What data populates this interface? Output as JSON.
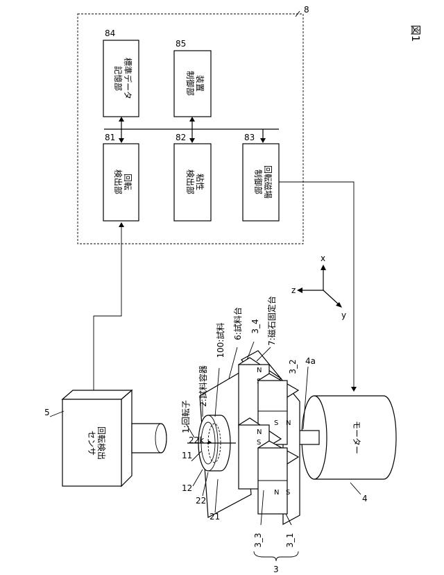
{
  "figure_label": "図1",
  "controller": {
    "ref": "8",
    "blocks": {
      "b84": {
        "ref": "84",
        "line1": "標準データ",
        "line2": "記憶部"
      },
      "b85": {
        "ref": "85",
        "line1": "装置",
        "line2": "制御部"
      },
      "b81": {
        "ref": "81",
        "line1": "回転",
        "line2": "検出部"
      },
      "b82": {
        "ref": "82",
        "line1": "粘性",
        "line2": "検出部"
      },
      "b83": {
        "ref": "83",
        "line1": "回転磁場",
        "line2": "制御部"
      }
    }
  },
  "sensor": {
    "ref": "5",
    "line1": "回転検出",
    "line2": "センサ"
  },
  "motor": {
    "ref": "4",
    "label": "モーター",
    "shaft_ref": "4a"
  },
  "labels": {
    "rotor": "1:回転子",
    "container": "2:試料容器",
    "sample": "100:試料",
    "stage": "6:試料台",
    "magnet_mount": "7:磁石固定台",
    "ref_3_4": "3_4",
    "ref_3_2": "3_2",
    "ref_3_3": "3_3",
    "ref_3_1": "3_1",
    "ref_3": "3",
    "ref_11": "11",
    "ref_12": "12",
    "ref_22": "22",
    "ref_21": "21",
    "ref_22k": "22k"
  },
  "magnet_poles": {
    "n": "N",
    "s": "S"
  },
  "axes": {
    "x": "x",
    "y": "y",
    "z": "z"
  }
}
